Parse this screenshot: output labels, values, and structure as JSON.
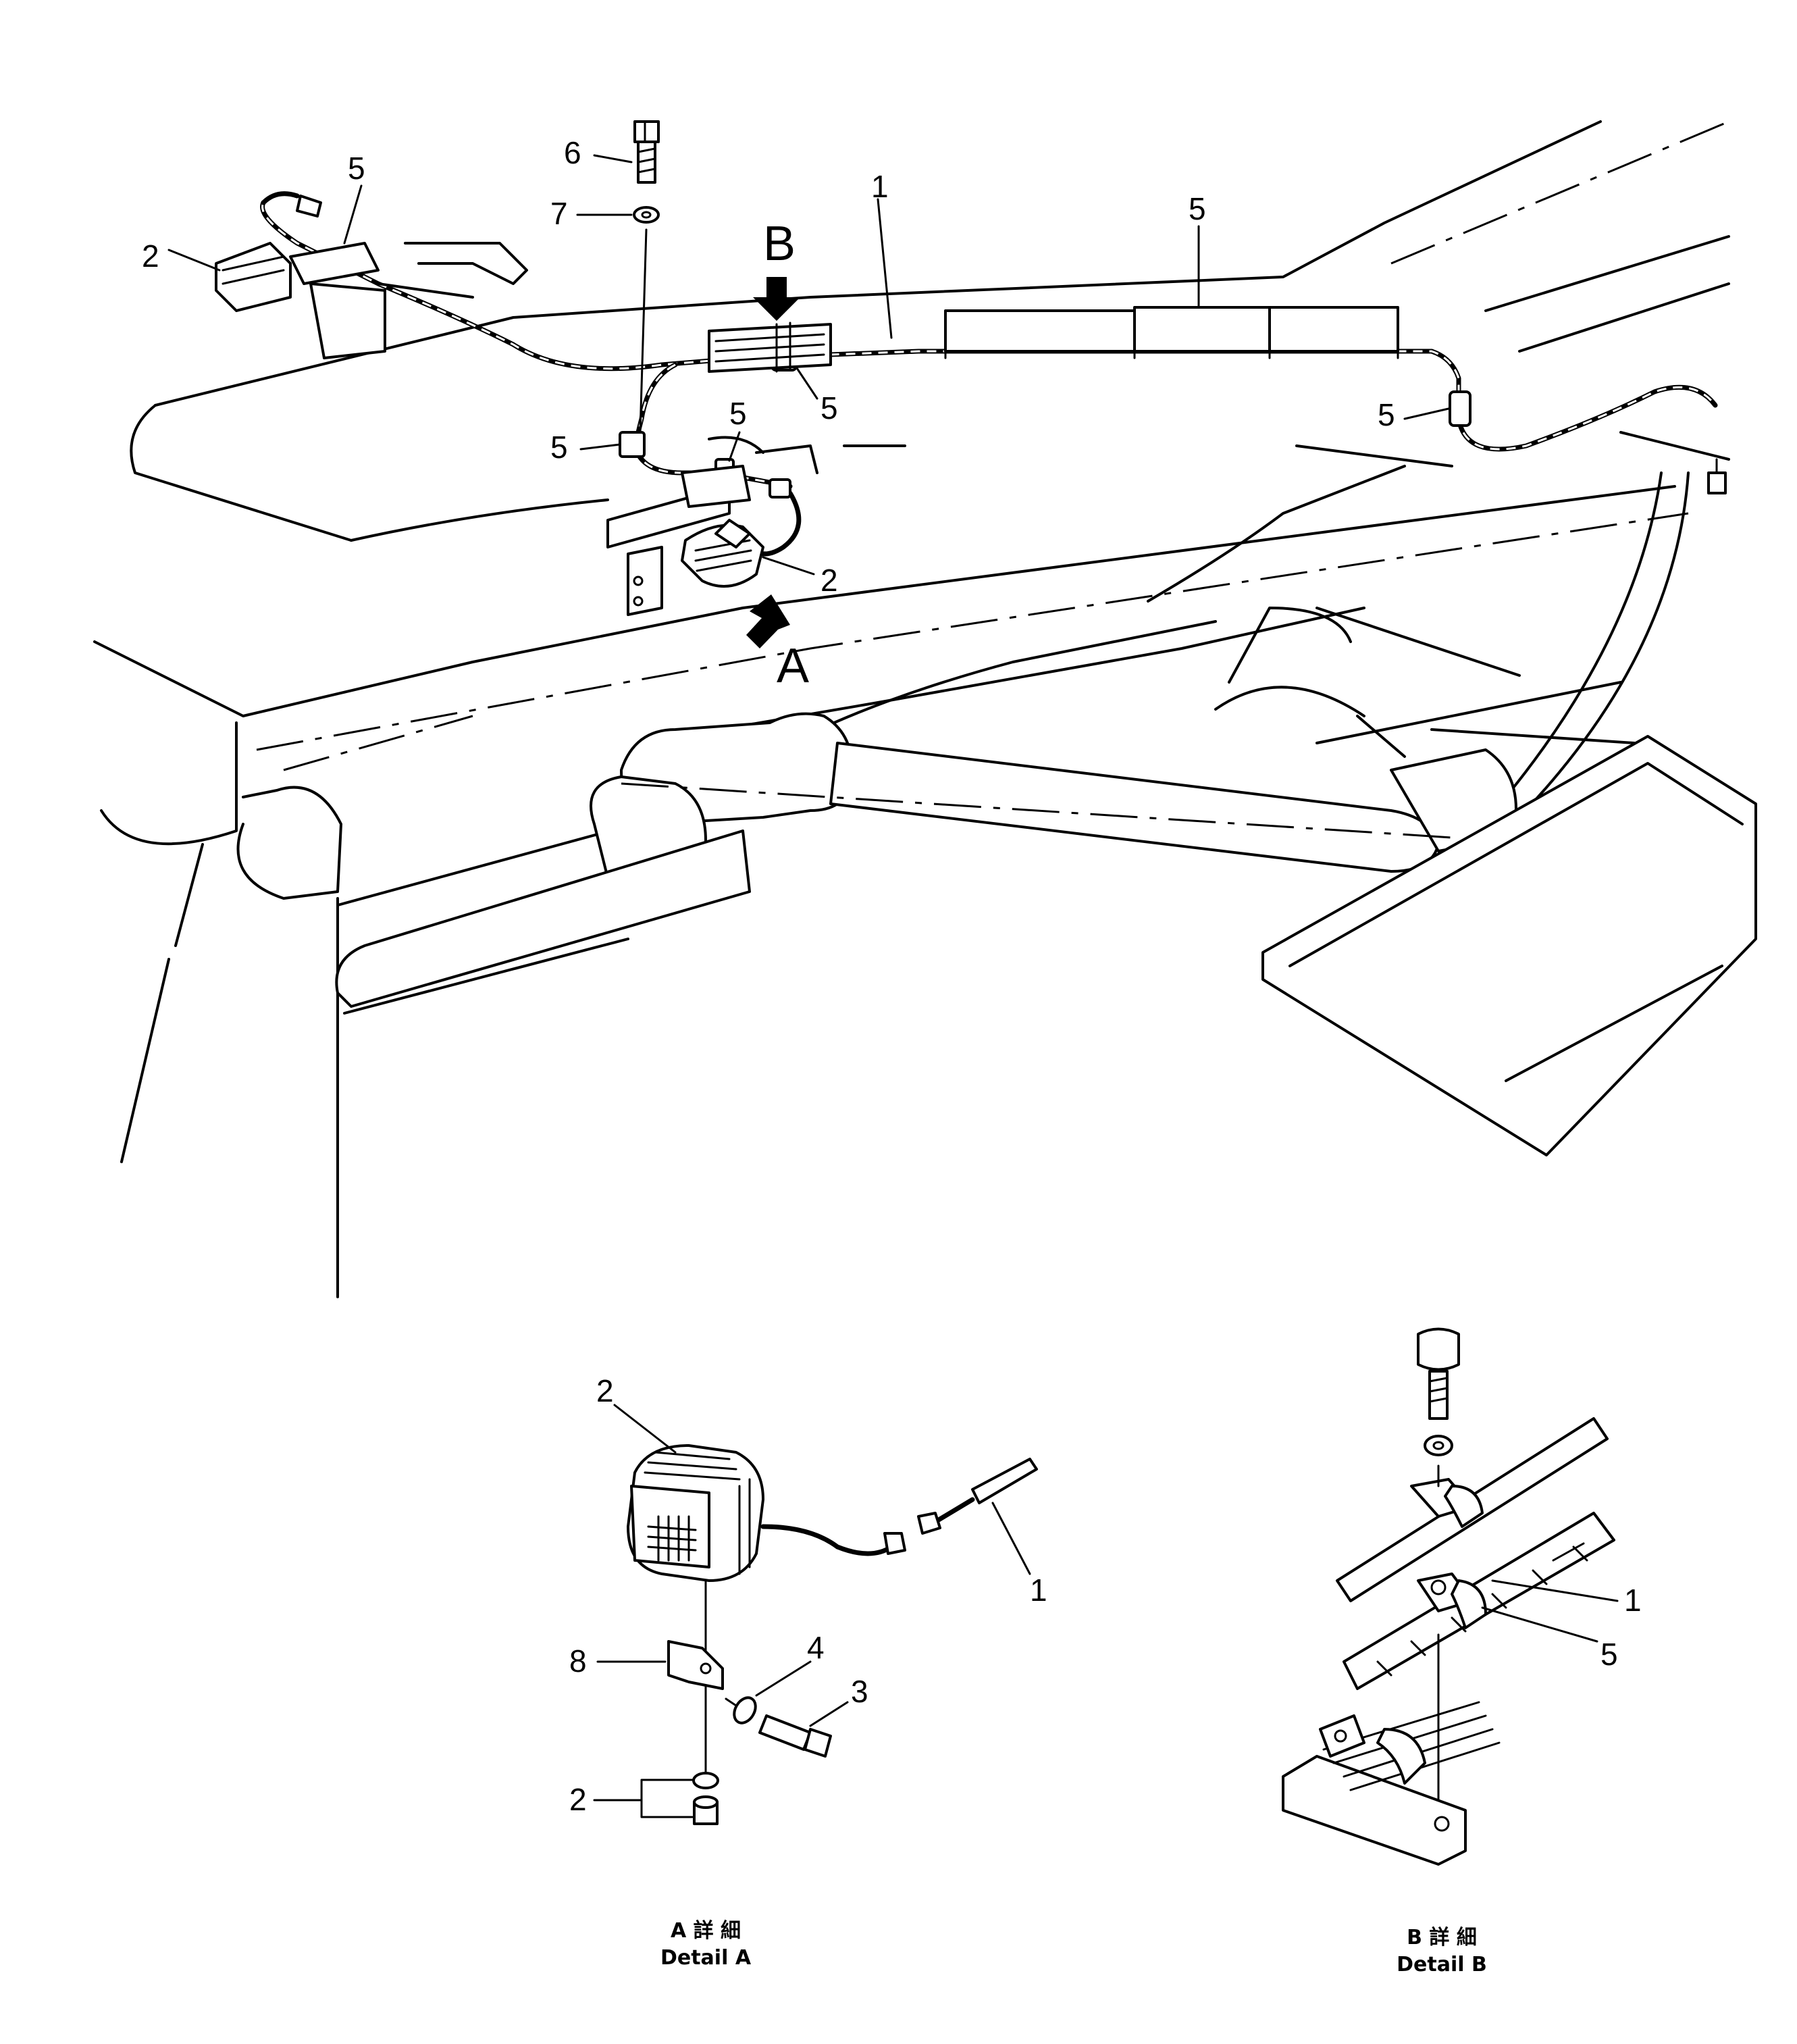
{
  "view_letters": {
    "a": "A",
    "b": "B"
  },
  "callouts": {
    "main": {
      "harness": "1",
      "lamp_left": "2",
      "lamp_center": "2",
      "bolt": "6",
      "washer": "7",
      "clip_top_left": "5",
      "clip_top_right": "5",
      "clip_center": "5",
      "clip_left": "5",
      "clip_mid": "5",
      "clip_right": "5"
    },
    "detail_a": {
      "lamp": "2",
      "harness": "1",
      "bracket": "8",
      "washer": "4",
      "bolt": "3",
      "nut_set": "2"
    },
    "detail_b": {
      "harness": "1",
      "clip": "5"
    }
  },
  "captions": {
    "detail_a_jp": "A 詳 細",
    "detail_a_en": "Detail A",
    "detail_b_jp": "B 詳 細",
    "detail_b_en": "Detail B"
  }
}
